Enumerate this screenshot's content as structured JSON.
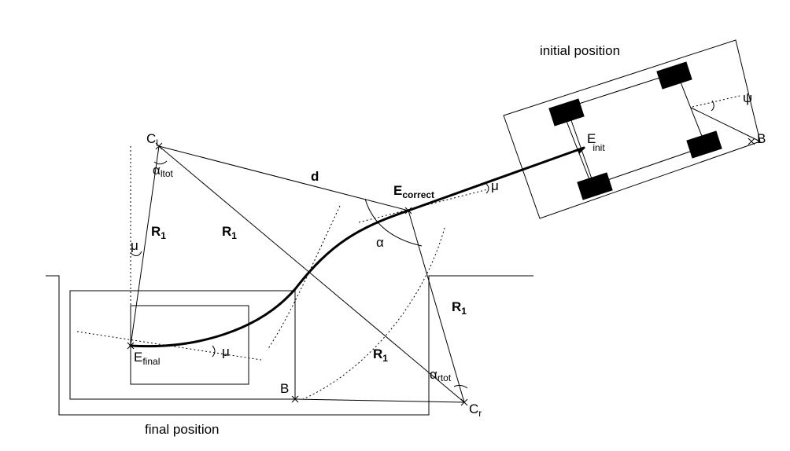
{
  "labels": {
    "initial_position": "initial position",
    "final_position": "final position",
    "c_l": "C",
    "c_l_sub": "l",
    "c_r": "C",
    "c_r_sub": "r",
    "e_init": "E",
    "e_init_sub": "init",
    "e_correct": "E",
    "e_correct_sub": "correct",
    "e_final": "E",
    "e_final_sub": "final",
    "alpha_ltot": "α",
    "alpha_ltot_sub": "ltot",
    "alpha_rtot": "α",
    "alpha_rtot_sub": "rtot",
    "alpha": "α",
    "d": "d",
    "r1": "R",
    "r1_sub": "1",
    "mu": "μ",
    "psi": "ψ",
    "b": "B"
  }
}
